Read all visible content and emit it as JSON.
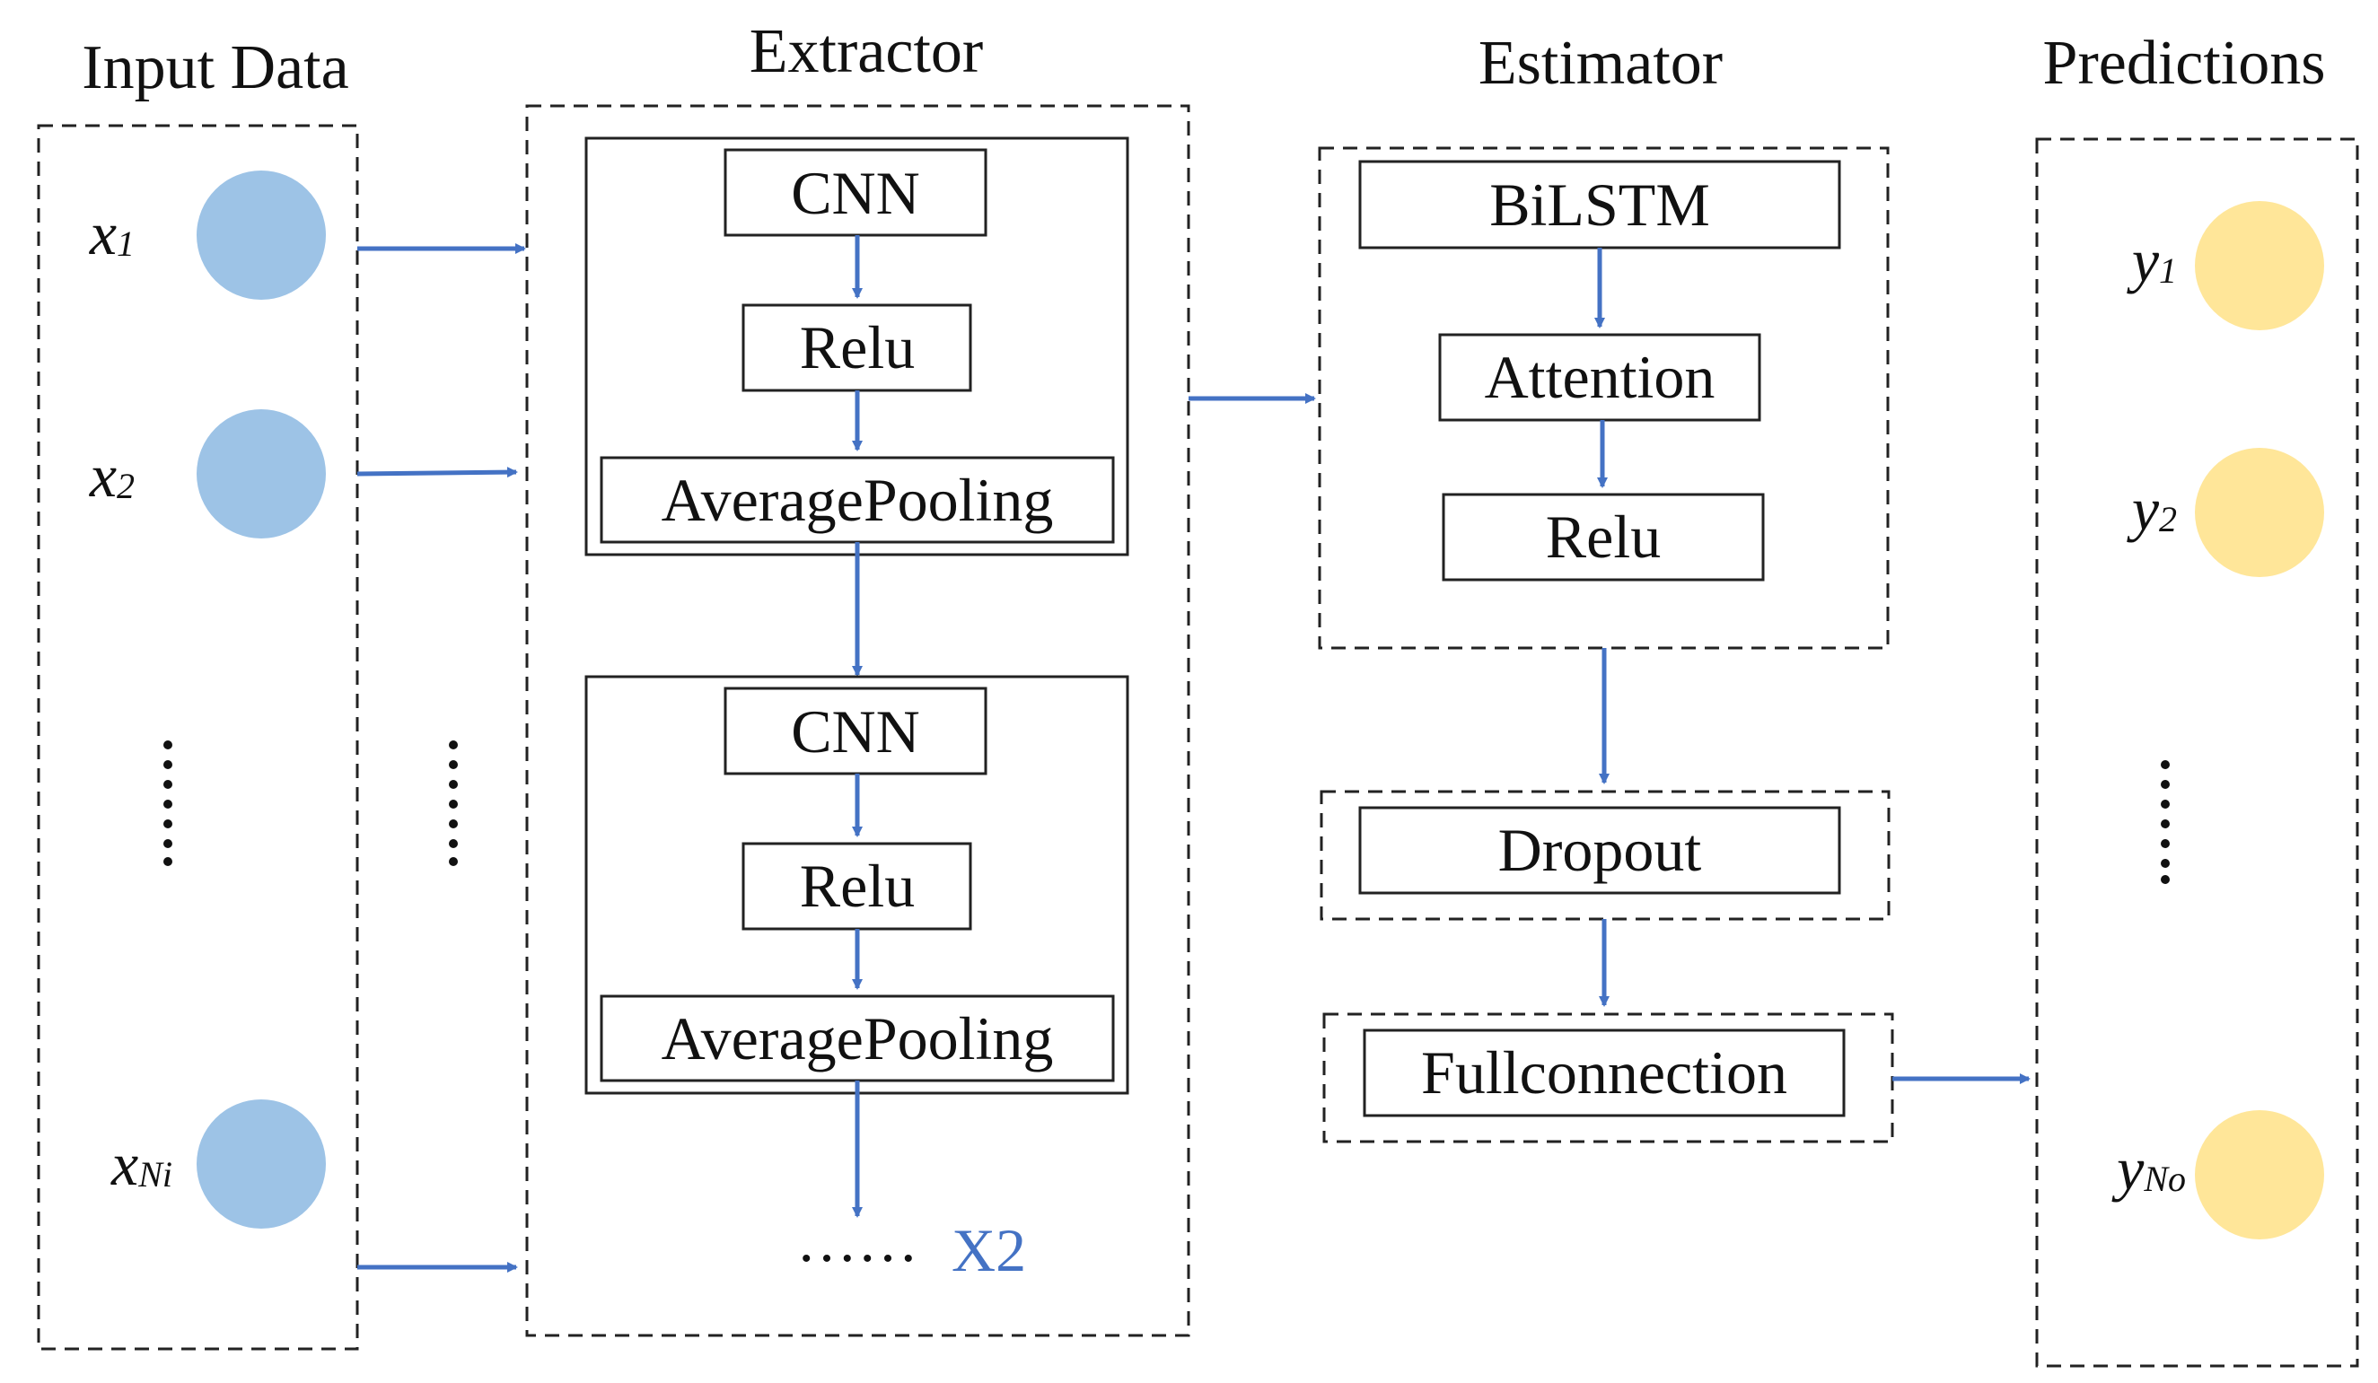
{
  "sections": {
    "input_title": "Input Data",
    "extractor_title": "Extractor",
    "estimator_title": "Estimator",
    "predictions_title": "Predictions"
  },
  "inputs": [
    {
      "main": "x",
      "sub": "1"
    },
    {
      "main": "x",
      "sub": "2"
    },
    {
      "main": "x",
      "sub": "Ni"
    }
  ],
  "outputs": [
    {
      "main": "y",
      "sub": "1"
    },
    {
      "main": "y",
      "sub": "2"
    },
    {
      "main": "y",
      "sub": "No"
    }
  ],
  "extractor_blocks": [
    {
      "conv": "CNN",
      "activation": "Relu",
      "pooling": "AveragePooling"
    },
    {
      "conv": "CNN",
      "activation": "Relu",
      "pooling": "AveragePooling"
    }
  ],
  "extractor_repeat": {
    "dots": "……",
    "label": "X2"
  },
  "estimator": {
    "bilstm": "BiLSTM",
    "attention": "Attention",
    "relu": "Relu",
    "dropout": "Dropout",
    "fullconnection": "Fullconnection"
  },
  "colors": {
    "input_node": "#9DC3E6",
    "output_node": "#FFE699",
    "arrow": "#4472C4",
    "repeat_label": "#4472C4",
    "outline": "#222222"
  }
}
